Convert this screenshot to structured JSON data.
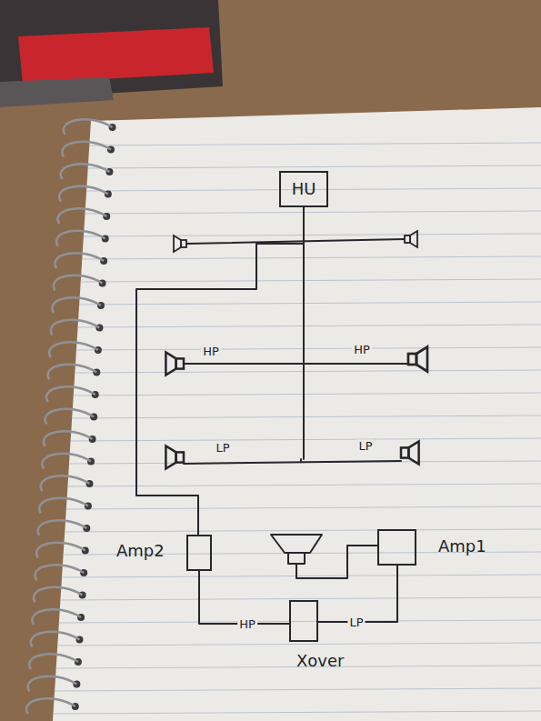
{
  "diagram": {
    "nodes": [
      {
        "text": [
          "HU"
        ]
      },
      {
        "text": [
          "Amp2"
        ]
      },
      {
        "text": [
          "Amp1"
        ]
      },
      {
        "text": [
          "Xover"
        ]
      }
    ],
    "edges": [
      {
        "from": 0,
        "to": 1,
        "arrow": "none"
      },
      {
        "from": 1,
        "to": 3,
        "arrow": "none",
        "label": "HP"
      },
      {
        "from": 3,
        "to": 2,
        "arrow": "none",
        "label": "LP"
      }
    ],
    "labels": [
      "HP",
      "HP",
      "LP",
      "LP"
    ]
  }
}
